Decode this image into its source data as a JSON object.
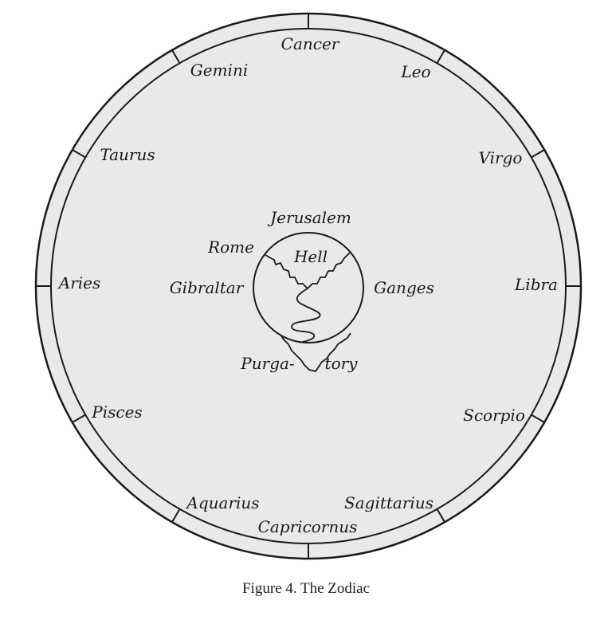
{
  "zodiac": [
    "Cancer",
    "Leo",
    "Virgo",
    "Libra",
    "Scorpio",
    "Sagittarius",
    "Capricornus",
    "Aquarius",
    "Pisces",
    "Aries",
    "Taurus",
    "Gemini"
  ],
  "places": {
    "jerusalem": "Jerusalem",
    "rome": "Rome",
    "gibraltar": "Gibraltar",
    "ganges": "Ganges",
    "hell": "Hell",
    "purgatory_1": "Purga-",
    "purgatory_2": "tory"
  },
  "caption": "Figure 4. The Zodiac",
  "colors": {
    "disc": "#e9e9e9",
    "ink": "#1a1a1a"
  }
}
